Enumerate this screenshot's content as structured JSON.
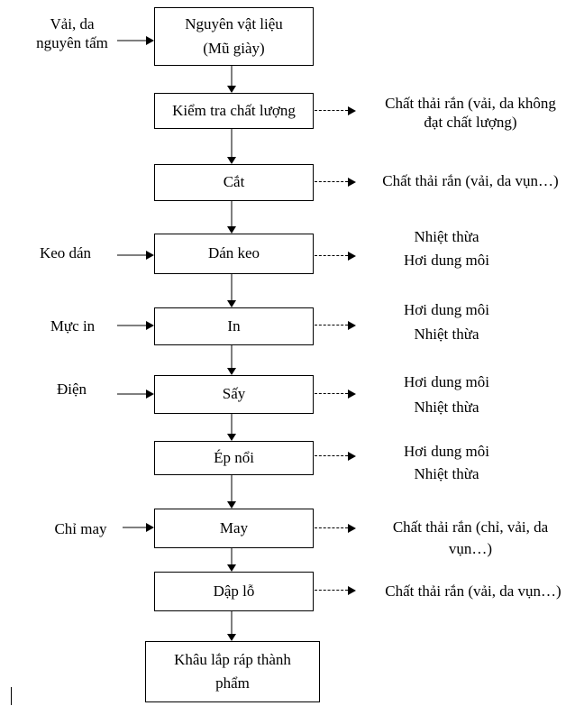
{
  "flow": {
    "boxes": [
      {
        "name": "nguyen-vat-lieu",
        "lines": [
          "Nguyên vật liệu",
          "(Mũ giày)"
        ]
      },
      {
        "name": "kiem-tra-chat-luong",
        "lines": [
          "Kiểm tra chất lượng"
        ]
      },
      {
        "name": "cat",
        "lines": [
          "Cắt"
        ]
      },
      {
        "name": "dan-keo",
        "lines": [
          "Dán keo"
        ]
      },
      {
        "name": "in",
        "lines": [
          "In"
        ]
      },
      {
        "name": "say",
        "lines": [
          "Sấy"
        ]
      },
      {
        "name": "ep-noi",
        "lines": [
          "Ép nổi"
        ]
      },
      {
        "name": "may",
        "lines": [
          "May"
        ]
      },
      {
        "name": "dap-lo",
        "lines": [
          "Dập lỗ"
        ]
      },
      {
        "name": "khau-lap-rap-thanh-pham",
        "lines": [
          "Khâu lắp ráp thành",
          "phẩm"
        ]
      }
    ],
    "inputs": [
      {
        "to": "Nguyên vật liệu (Mũ giày)",
        "lines": [
          "Vải, da",
          "nguyên tấm"
        ]
      },
      {
        "to": "Dán keo",
        "lines": [
          "Keo dán"
        ]
      },
      {
        "to": "In",
        "lines": [
          "Mực in"
        ]
      },
      {
        "to": "Sấy",
        "lines": [
          "Điện"
        ]
      },
      {
        "to": "May",
        "lines": [
          "Chỉ may"
        ]
      }
    ],
    "outputs": [
      {
        "from": "Kiểm tra chất lượng",
        "lines": [
          "Chất thải rắn (vải, da không",
          "đạt chất lượng)"
        ]
      },
      {
        "from": "Cắt",
        "lines": [
          "Chất thải rắn (vải, da vụn…)"
        ]
      },
      {
        "from": "Dán keo",
        "lines": [
          "Nhiệt thừa",
          "Hơi dung môi"
        ]
      },
      {
        "from": "In",
        "lines": [
          "Hơi dung môi",
          "Nhiệt thừa"
        ]
      },
      {
        "from": "Sấy",
        "lines": [
          "Hơi dung môi",
          "Nhiệt thừa"
        ]
      },
      {
        "from": "Ép nổi",
        "lines": [
          "Hơi dung môi",
          "Nhiệt thừa"
        ]
      },
      {
        "from": "May",
        "lines": [
          "Chất thải rắn (chỉ, vải, da",
          "vụn…)"
        ]
      },
      {
        "from": "Dập lỗ",
        "lines": [
          "Chất thải rắn (vải, da vụn…)"
        ]
      }
    ],
    "colors": {
      "ink": "#000000",
      "stem_gray": "#7f7f7f",
      "background": "#ffffff"
    }
  }
}
